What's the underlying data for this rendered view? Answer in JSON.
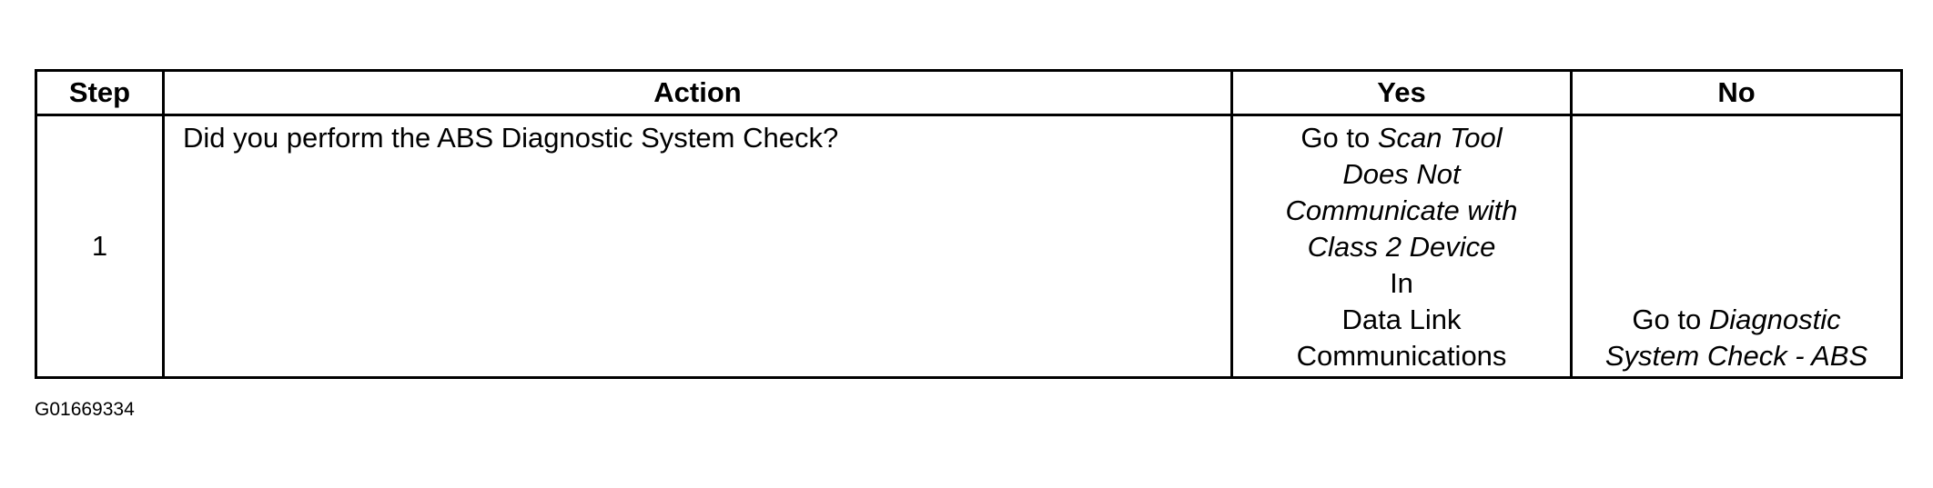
{
  "table": {
    "headers": {
      "step": "Step",
      "action": "Action",
      "yes": "Yes",
      "no": "No"
    },
    "rows": [
      {
        "step": "1",
        "action": "Did you perform the ABS Diagnostic System Check?",
        "yes": {
          "prefix": "Go to",
          "link_lines": [
            "Scan Tool",
            "Does Not",
            "Communicate with",
            "Class 2 Device"
          ],
          "in_word": "In",
          "section_lines": [
            "Data Link",
            "Communications"
          ]
        },
        "no": {
          "prefix": "Go to",
          "link_line1": "Diagnostic",
          "link_line2": "System Check - ABS"
        }
      }
    ]
  },
  "figure_id": "G01669334"
}
